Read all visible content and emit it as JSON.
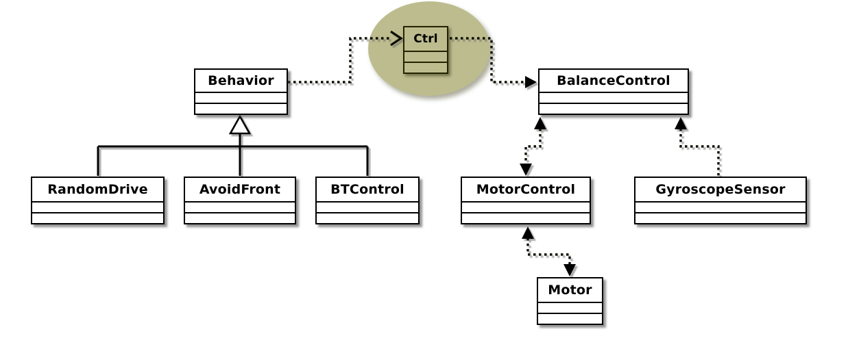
{
  "diagram": {
    "classes": {
      "ctrl": {
        "name": "Ctrl"
      },
      "behavior": {
        "name": "Behavior"
      },
      "balance_control": {
        "name": "BalanceControl"
      },
      "random_drive": {
        "name": "RandomDrive"
      },
      "avoid_front": {
        "name": "AvoidFront"
      },
      "bt_control": {
        "name": "BTControl"
      },
      "motor_control": {
        "name": "MotorControl"
      },
      "gyroscope_sensor": {
        "name": "GyroscopeSensor"
      },
      "motor": {
        "name": "Motor"
      }
    },
    "colors": {
      "highlight_ellipse": "#bcbc8e",
      "box_border": "#000000",
      "box_fill": "#ffffff"
    },
    "relationships": [
      {
        "from": "Behavior",
        "to": "Ctrl",
        "style": "dotted",
        "arrow": "to"
      },
      {
        "from": "Ctrl",
        "to": "BalanceControl",
        "style": "dotted",
        "arrow": "to"
      },
      {
        "from": "RandomDrive",
        "to": "Behavior",
        "style": "solid",
        "arrow": "generalization"
      },
      {
        "from": "AvoidFront",
        "to": "Behavior",
        "style": "solid",
        "arrow": "generalization"
      },
      {
        "from": "BTControl",
        "to": "Behavior",
        "style": "solid",
        "arrow": "generalization"
      },
      {
        "from": "BalanceControl",
        "to": "MotorControl",
        "style": "dotted",
        "arrow": "both"
      },
      {
        "from": "GyroscopeSensor",
        "to": "BalanceControl",
        "style": "dotted",
        "arrow": "to"
      },
      {
        "from": "MotorControl",
        "to": "Motor",
        "style": "dotted",
        "arrow": "both"
      }
    ]
  }
}
